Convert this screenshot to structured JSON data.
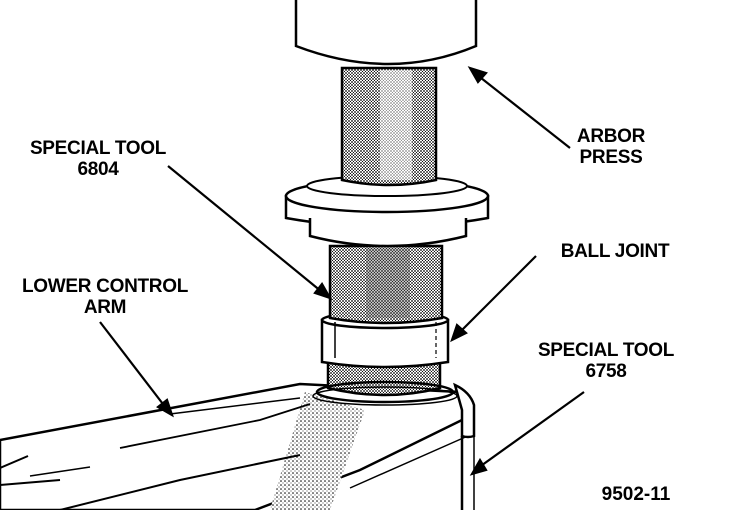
{
  "labels": {
    "special_tool_6804": [
      "SPECIAL TOOL",
      "6804"
    ],
    "arbor_press": [
      "ARBOR",
      "PRESS"
    ],
    "ball_joint": "BALL JOINT",
    "lower_control_arm": [
      "LOWER CONTROL",
      "ARM"
    ],
    "special_tool_6758": [
      "SPECIAL TOOL",
      "6758"
    ]
  },
  "figure_number": "9502-11"
}
